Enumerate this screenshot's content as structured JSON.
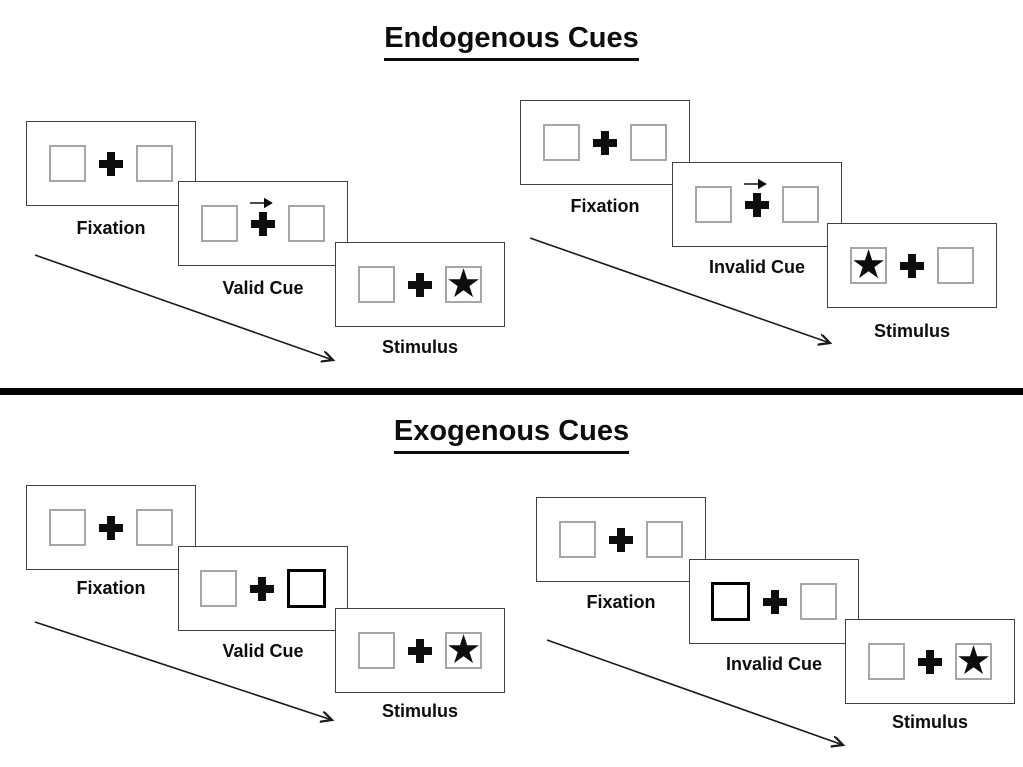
{
  "colors": {
    "background": "#ffffff",
    "ink": "#0d0d0d",
    "panel_border": "#404040",
    "box_border": "#a6a6a6",
    "bold_box_border": "#000000",
    "divider": "#000000"
  },
  "glyphs": {
    "star": "★"
  },
  "sections": [
    {
      "title": "Endogenous Cues",
      "groups": [
        {
          "name": "valid",
          "panels": [
            {
              "label": "Fixation"
            },
            {
              "label": "Valid Cue",
              "cue": "central arrow pointing right"
            },
            {
              "label": "Stimulus",
              "star_side": "right"
            }
          ]
        },
        {
          "name": "invalid",
          "panels": [
            {
              "label": "Fixation"
            },
            {
              "label": "Invalid Cue",
              "cue": "central arrow pointing right"
            },
            {
              "label": "Stimulus",
              "star_side": "left"
            }
          ]
        }
      ]
    },
    {
      "title": "Exogenous Cues",
      "groups": [
        {
          "name": "valid",
          "panels": [
            {
              "label": "Fixation"
            },
            {
              "label": "Valid Cue",
              "cue": "right box highlighted"
            },
            {
              "label": "Stimulus",
              "star_side": "right"
            }
          ]
        },
        {
          "name": "invalid",
          "panels": [
            {
              "label": "Fixation"
            },
            {
              "label": "Invalid Cue",
              "cue": "left box highlighted"
            },
            {
              "label": "Stimulus",
              "star_side": "right"
            }
          ]
        }
      ]
    }
  ]
}
